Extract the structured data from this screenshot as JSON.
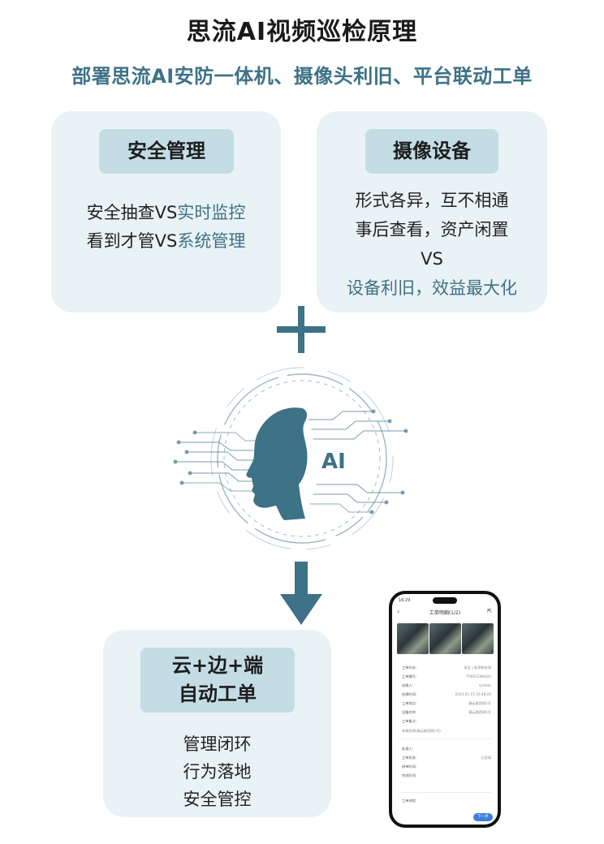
{
  "header": {
    "title": "思流AI视频巡检原理",
    "subtitle": "部署思流AI安防一体机、摄像头利旧、平台联动工单"
  },
  "colors": {
    "accent": "#3e7286",
    "card_bg": "#e9f2f5",
    "pill_bg": "#c4dde5"
  },
  "card_left": {
    "label": "安全管理",
    "line1_plain": "安全抽查VS",
    "line1_accent": "实时监控",
    "line2_plain": "看到才管VS",
    "line2_accent": "系统管理"
  },
  "card_right": {
    "label": "摄像设备",
    "line1": "形式各异，互不相通",
    "line2": "事后查看，资产闲置",
    "line3": "VS",
    "line4": "设备利旧，效益最大化"
  },
  "ai_graphic": {
    "badge": "AI",
    "icon": "ai-head-circuit-icon"
  },
  "plus_icon": "plus-icon",
  "arrow_icon": "arrow-down-icon",
  "card_bottom": {
    "label_line1": "云+边+端",
    "label_line2": "自动工单",
    "line1": "管理闭环",
    "line2": "行为落地",
    "line3": "安全管控"
  },
  "phone": {
    "status_time": "16:29",
    "header": "工单明细(1/2)",
    "rows": [
      {
        "k": "工单任务:",
        "v": "安全 | 私停车检测"
      },
      {
        "k": "工单编号:",
        "v": "T000124fa02a"
      },
      {
        "k": "创建人:",
        "v": "system"
      },
      {
        "k": "创建时间:",
        "v": "2024-01-15 16:48:09"
      },
      {
        "k": "工单地点:",
        "v": "凝云路西侧1号"
      },
      {
        "k": "设备名称:",
        "v": "凝云路西侧1号"
      },
      {
        "k": "工单备注:",
        "v": ""
      }
    ],
    "note": "车辆违停(凝云路西侧1号)",
    "rows2": [
      {
        "k": "处理人:",
        "v": ""
      },
      {
        "k": "工单状态:",
        "v": "已驳清"
      },
      {
        "k": "接单时间:",
        "v": ""
      },
      {
        "k": "完成时间:",
        "v": ""
      }
    ],
    "progress_label": "工单进程:",
    "button": "下一步"
  }
}
